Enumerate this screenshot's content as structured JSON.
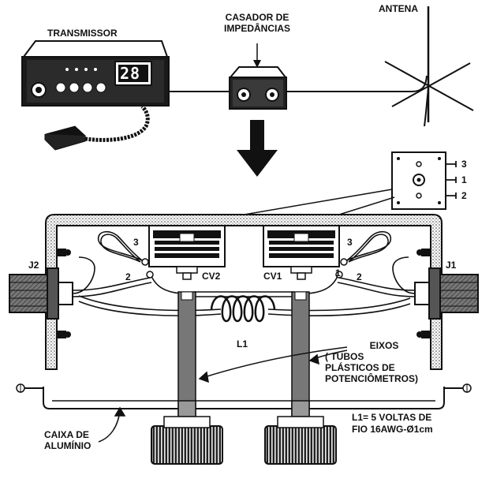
{
  "labels": {
    "transmissor": "TRANSMISSOR",
    "casador_line1": "CASADOR DE",
    "casador_line2": "IMPEDÂNCIAS",
    "antena": "ANTENA",
    "display": "28",
    "cv1": "CV1",
    "cv2": "CV2",
    "j1": "J1",
    "j2": "J2",
    "l1": "L1",
    "eixos_line1": "EIXOS",
    "eixos_line2": "( TUBOS",
    "eixos_line3": "PLÁSTICOS DE",
    "eixos_line4": "POTENCIÔMETROS)",
    "caixa_line1": "CAIXA DE",
    "caixa_line2": "ALUMÍNIO",
    "l1_spec_line1": "L1= 5 VOLTAS DE",
    "l1_spec_line2": "FIO  16AWG-Ø1cm",
    "terminal_cv2_left": "3",
    "terminal_cv2_bottom": "2",
    "terminal_cv1_right": "3",
    "terminal_cv1_1": "1",
    "terminal_cv1_2": "2",
    "pin_3": "3",
    "pin_1": "1",
    "pin_2": "2"
  },
  "colors": {
    "ink": "#111111",
    "paper": "#ffffff",
    "grey": "#8a8a8a"
  }
}
